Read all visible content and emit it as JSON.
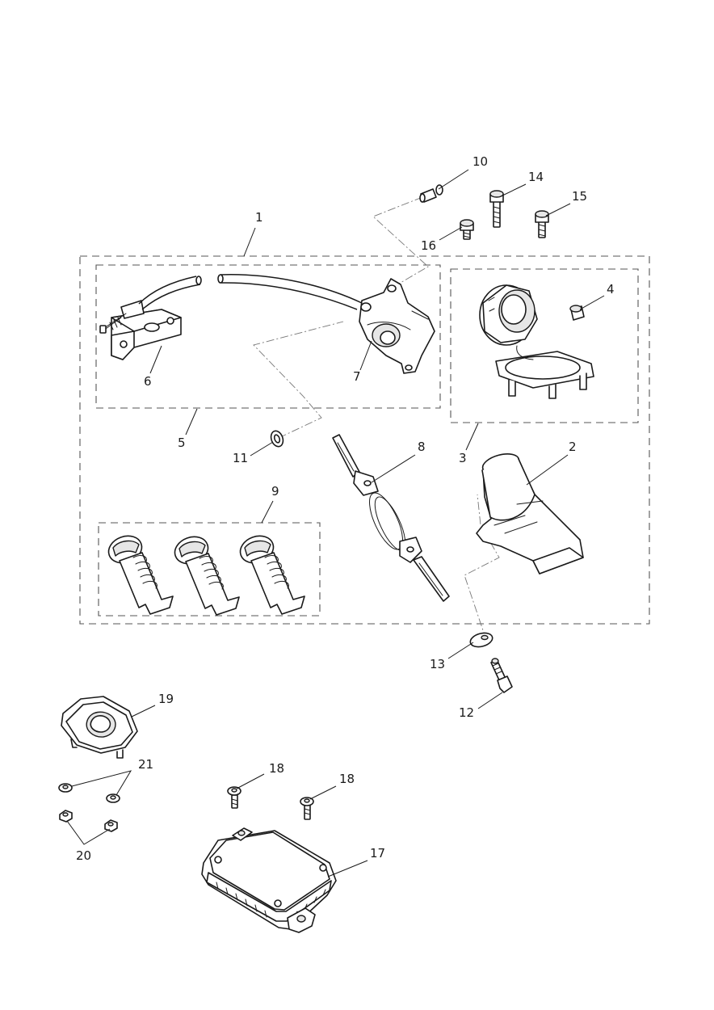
{
  "labels": {
    "l1": "1",
    "l2": "2",
    "l3": "3",
    "l4": "4",
    "l5": "5",
    "l6": "6",
    "l7": "7",
    "l8": "8",
    "l9": "9",
    "l10": "10",
    "l11": "11",
    "l12": "12",
    "l13": "13",
    "l14": "14",
    "l15": "15",
    "l16": "16",
    "l17": "17",
    "l18a": "18",
    "l18b": "18",
    "l19": "19",
    "l20": "20",
    "l21": "21"
  },
  "colors": {
    "line": "#1a1a1a",
    "dash": "#555555",
    "shade": "#e6e6e6",
    "background": "#ffffff"
  }
}
